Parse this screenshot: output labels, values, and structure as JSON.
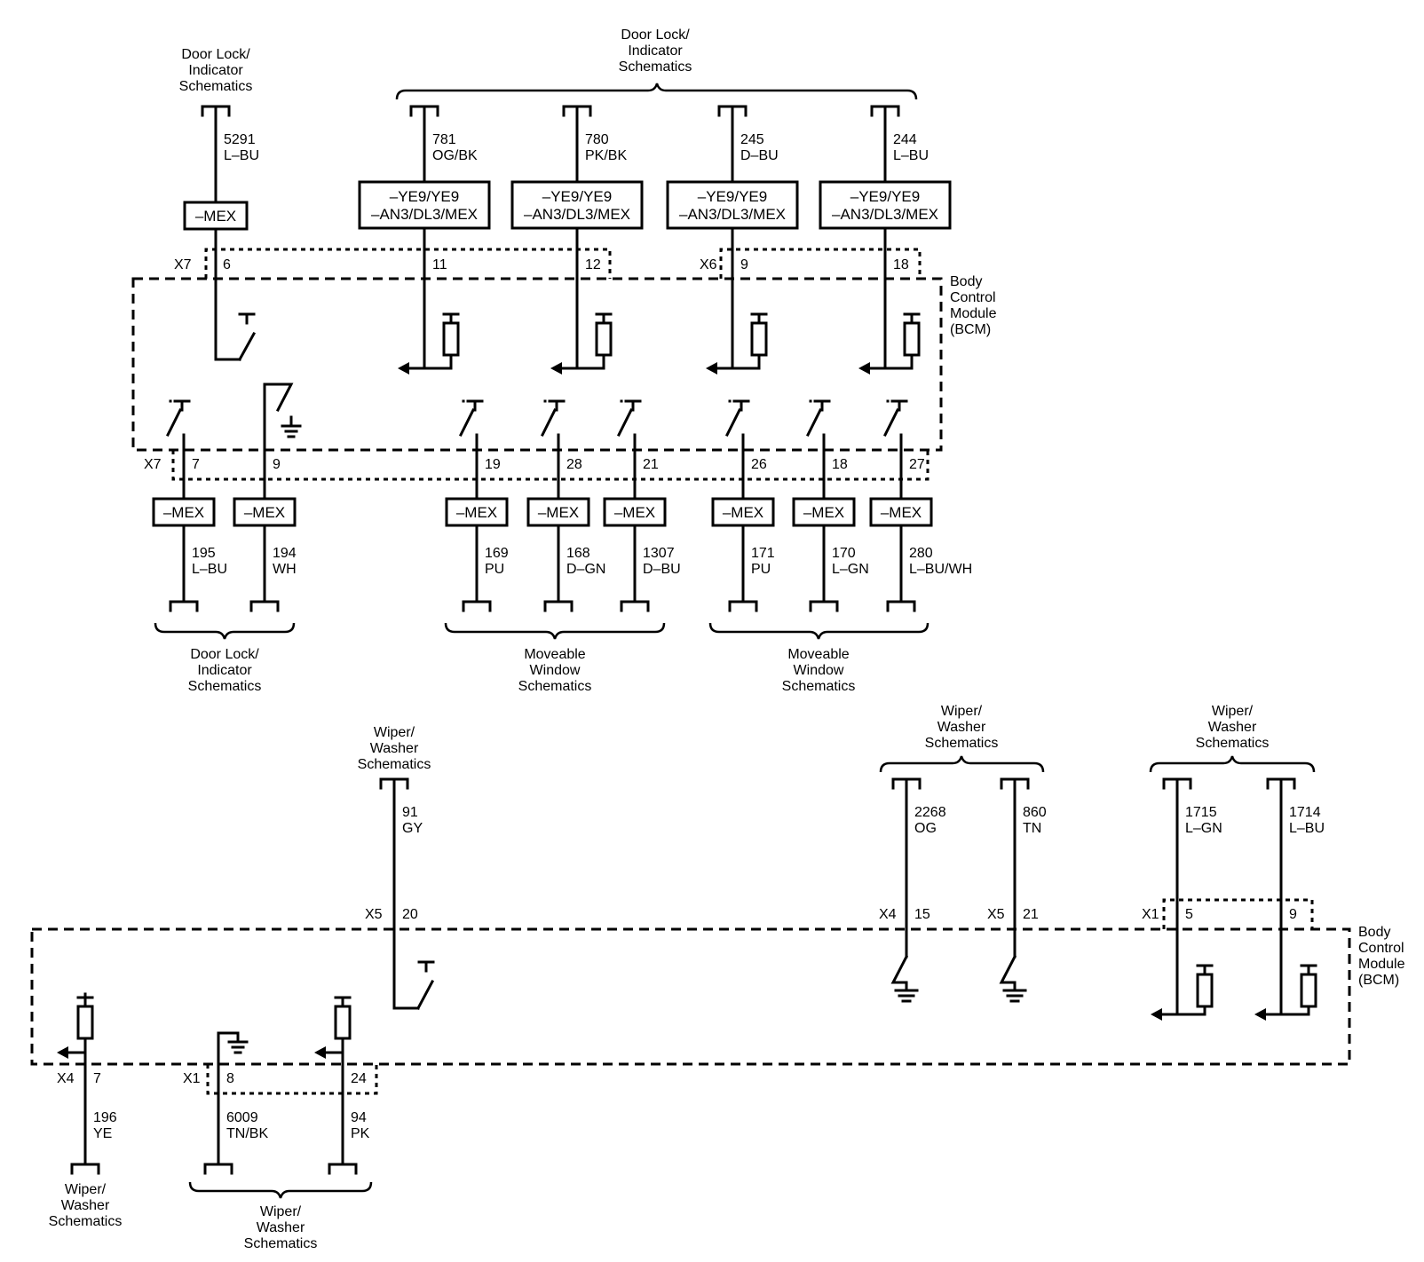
{
  "top_left": {
    "title": [
      "Door Lock/",
      "Indicator",
      "Schematics"
    ],
    "wire": {
      "number": "5291",
      "color": "L–BU"
    },
    "option": "–MEX",
    "connector": "X7",
    "pin": "6"
  },
  "top_group": {
    "title": [
      "Door Lock/",
      "Indicator",
      "Schematics"
    ],
    "circuits": [
      {
        "number": "781",
        "color": "OG/BK",
        "option": [
          "–YE9/YE9",
          "–AN3/DL3/MEX"
        ],
        "pin": "11"
      },
      {
        "number": "780",
        "color": "PK/BK",
        "option": [
          "–YE9/YE9",
          "–AN3/DL3/MEX"
        ],
        "pin": "12"
      },
      {
        "number": "245",
        "color": "D–BU",
        "option": [
          "–YE9/YE9",
          "–AN3/DL3/MEX"
        ],
        "pin": "9"
      },
      {
        "number": "244",
        "color": "L–BU",
        "option": [
          "–YE9/YE9",
          "–AN3/DL3/MEX"
        ],
        "pin": "18"
      }
    ],
    "connector_x6": "X6"
  },
  "module_label": [
    "Body",
    "Control",
    "Module",
    "(BCM)"
  ],
  "bottom_row": {
    "connector": "X7",
    "circuits": [
      {
        "pin": "7",
        "option": "–MEX",
        "number": "195",
        "color": "L–BU"
      },
      {
        "pin": "9",
        "option": "–MEX",
        "number": "194",
        "color": "WH"
      },
      {
        "pin": "19",
        "option": "–MEX",
        "number": "169",
        "color": "PU"
      },
      {
        "pin": "28",
        "option": "–MEX",
        "number": "168",
        "color": "D–GN"
      },
      {
        "pin": "21",
        "option": "–MEX",
        "number": "1307",
        "color": "D–BU"
      },
      {
        "pin": "26",
        "option": "–MEX",
        "number": "171",
        "color": "PU"
      },
      {
        "pin": "18",
        "option": "–MEX",
        "number": "170",
        "color": "L–GN"
      },
      {
        "pin": "27",
        "option": "–MEX",
        "number": "280",
        "color": "L–BU/WH"
      }
    ],
    "groups": [
      [
        "Door Lock/",
        "Indicator",
        "Schematics"
      ],
      [
        "Moveable",
        "Window",
        "Schematics"
      ],
      [
        "Moveable",
        "Window",
        "Schematics"
      ]
    ]
  },
  "lower": {
    "wiper_title": [
      "Wiper/",
      "Washer",
      "Schematics"
    ],
    "gy_wire": {
      "number": "91",
      "color": "GY",
      "connector": "X5",
      "pin": "20"
    },
    "og_wire": {
      "number": "2268",
      "color": "OG",
      "connector": "X4",
      "pin": "15"
    },
    "tn_wire": {
      "number": "860",
      "color": "TN",
      "connector": "X5",
      "pin": "21"
    },
    "lgn_wire": {
      "number": "1715",
      "color": "L–GN",
      "connector": "X1",
      "pin": "5"
    },
    "lbu_wire": {
      "number": "1714",
      "color": "L–BU",
      "pin": "9"
    },
    "ye_wire": {
      "number": "196",
      "color": "YE",
      "connector": "X4",
      "pin": "7"
    },
    "tnbk_wire": {
      "number": "6009",
      "color": "TN/BK",
      "connector": "X1",
      "pin": "8"
    },
    "pk_wire": {
      "number": "94",
      "color": "PK",
      "pin": "24"
    },
    "module_label": [
      "Body",
      "Control",
      "Module",
      "(BCM)"
    ]
  }
}
